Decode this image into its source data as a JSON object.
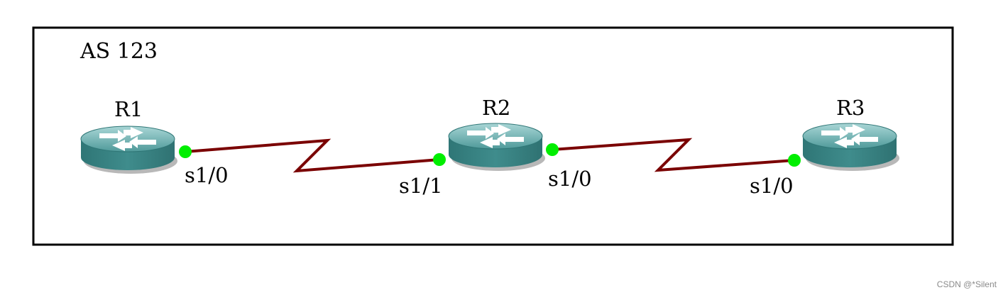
{
  "area": {
    "label": "AS 123"
  },
  "routers": [
    {
      "id": "R1",
      "name": "R1"
    },
    {
      "id": "R2",
      "name": "R2"
    },
    {
      "id": "R3",
      "name": "R3"
    }
  ],
  "links": [
    {
      "from": "R1",
      "to": "R2",
      "from_port": "s1/0",
      "to_port": "s1/1",
      "type": "serial"
    },
    {
      "from": "R2",
      "to": "R3",
      "from_port": "s1/0",
      "to_port": "s1/0",
      "type": "serial"
    }
  ],
  "colors": {
    "link": "#7a0000",
    "port_up": "#00ee00",
    "router_top": "#6fb3b3",
    "router_body": "#3a8585",
    "border": "#000000"
  },
  "icons": {
    "router": "cisco-router-icon"
  },
  "watermark": "CSDN @*Silent"
}
